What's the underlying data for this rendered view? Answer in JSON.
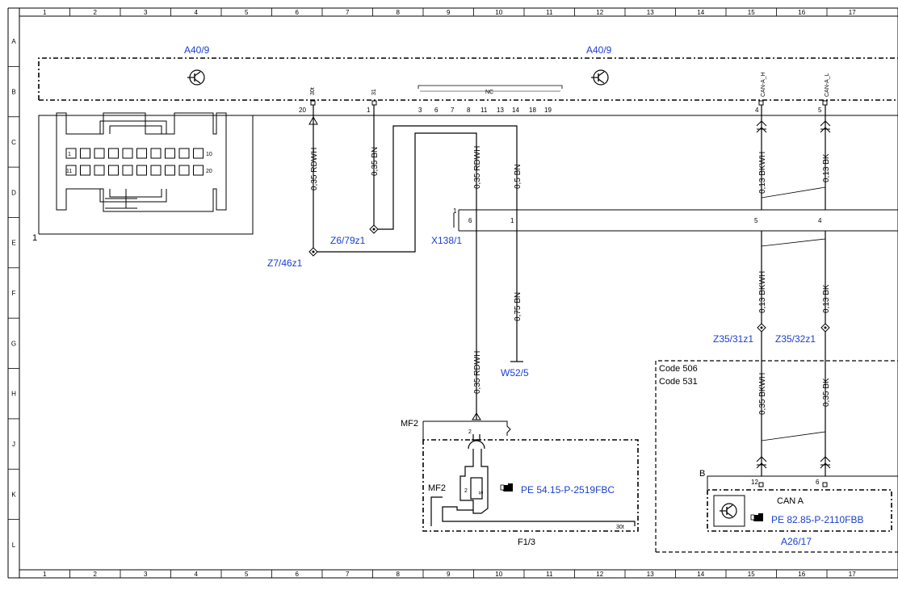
{
  "grid": {
    "columns": [
      "1",
      "2",
      "3",
      "4",
      "5",
      "6",
      "7",
      "8",
      "9",
      "10",
      "11",
      "12",
      "13",
      "14",
      "15",
      "16",
      "17"
    ],
    "rows": [
      "A",
      "B",
      "C",
      "D",
      "E",
      "F",
      "G",
      "H",
      "J",
      "K",
      "L"
    ]
  },
  "components": {
    "a40_9_left": "A40/9",
    "a40_9_right": "A40/9",
    "x138_1": "X138/1",
    "z6_79z1": "Z6/79z1",
    "z7_46z1": "Z7/46z1",
    "w52_5": "W52/5",
    "z35_31z1": "Z35/31z1",
    "z35_32z1": "Z35/32z1",
    "f1_3": "F1/3",
    "a26_17": "A26/17",
    "mf2_top": "MF2",
    "mf2_inner": "MF2"
  },
  "codes": {
    "code_506": "Code 506",
    "code_531": "Code 531"
  },
  "bus": {
    "can_a": "CAN A"
  },
  "refs": {
    "pe_f1": "PE 54.15-P-2519FBC",
    "pe_a26": "PE 82.85-P-2110FBB"
  },
  "pins": {
    "p30t": "30t",
    "p31": "31",
    "nc": "NC",
    "can_a_h": "CAN-A_H",
    "can_a_l": "CAN-A_L",
    "p20": "20",
    "p1": "1",
    "p3": "3",
    "p6": "6",
    "p7": "7",
    "p8": "8",
    "p11": "11",
    "p13": "13",
    "p14": "14",
    "p18": "18",
    "p19": "19",
    "p4": "4",
    "p5": "5",
    "x6": "6",
    "x1": "1",
    "x5": "5",
    "x4": "4",
    "x_conn": "1",
    "f_pin2": "2",
    "f_30t": "30t",
    "f_inner2": "2",
    "fuse_s": "S",
    "a_pin12": "12",
    "a_pin6": "6",
    "b_label": "B",
    "a40_edge": "1",
    "conn_1": "1",
    "conn_10": "10",
    "conn_11": "11",
    "conn_20": "20"
  },
  "wires": {
    "w_rdwh_20": "0,35 RDWH",
    "w_bn_1": "0,35 BN",
    "w_rdwh_x6": "0,35 RDWH",
    "w_bn_x1": "0,5 BN",
    "w_bn_075": "0,75 BN",
    "w_rdwh_mf2": "0,35 RDWH",
    "w_bkwh_top": "0,13 BKWH",
    "w_bk_top": "0,13 BK",
    "w_bkwh_mid": "0,13 BKWH",
    "w_bk_mid": "0,13 BK",
    "w_bkwh_bot": "0,35 BKWH",
    "w_bk_bot": "0,35 BK"
  },
  "icons": [
    "transistor-symbol-icon",
    "ground-symbol-icon",
    "hand-pointer-icon"
  ]
}
